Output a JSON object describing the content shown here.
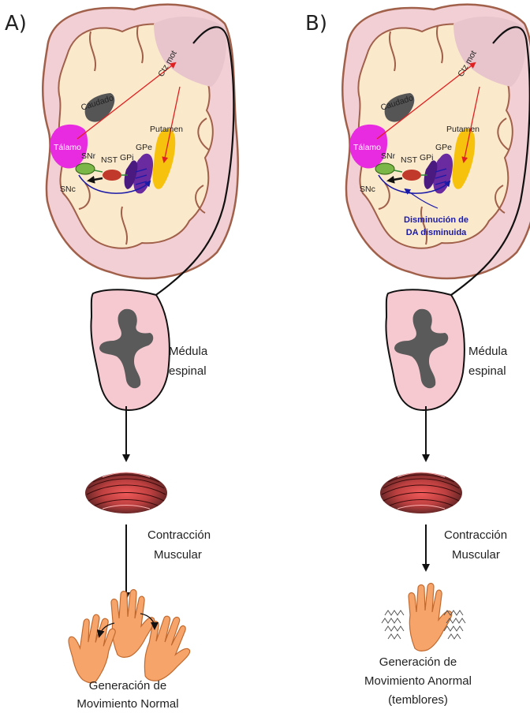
{
  "colors": {
    "cortex": "#f2cfd4",
    "cortex_stroke": "#a0604a",
    "inner": "#fbe9cc",
    "talamo": "#e82be0",
    "caudado": "#555555",
    "putamen": "#f7c20e",
    "gpe": "#6a2aa0",
    "nst": "#c0392b",
    "snr": "#7ab648",
    "arrow_red": "#e02020",
    "arrow_blue": "#1a1aa8",
    "spinal": "#f6c9d0",
    "muscle": "#b52a2a",
    "hand": "#f7a46a"
  },
  "panels": [
    {
      "letter": "A)",
      "labels": {
        "caudado": "Caudado",
        "ctz_mot": "Ctz mot",
        "putamen": "Putamen",
        "talamo": "Tálamo",
        "snr": "SNr",
        "nst": "NST",
        "gpi": "GPi",
        "gpe": "GPe",
        "snc": "SNc"
      },
      "spinal_line1": "Médula",
      "spinal_line2": "espinal",
      "muscle_line1": "Contracción",
      "muscle_line2": "Muscular",
      "result_line1": "Generación de",
      "result_line2": "Movimiento Normal",
      "result_line3": ""
    },
    {
      "letter": "B)",
      "labels": {
        "caudado": "Caudado",
        "ctz_mot": "Ctz mot",
        "putamen": "Putamen",
        "talamo": "Tálamo",
        "snr": "SNr",
        "nst": "NST",
        "gpi": "GPi",
        "gpe": "GPe",
        "snc": "SNc"
      },
      "annotation_line1": "Disminución de",
      "annotation_line2": "DA disminuida",
      "spinal_line1": "Médula",
      "spinal_line2": "espinal",
      "muscle_line1": "Contracción",
      "muscle_line2": "Muscular",
      "result_line1": "Generación de",
      "result_line2": "Movimiento Anormal",
      "result_line3": "(temblores)"
    }
  ]
}
